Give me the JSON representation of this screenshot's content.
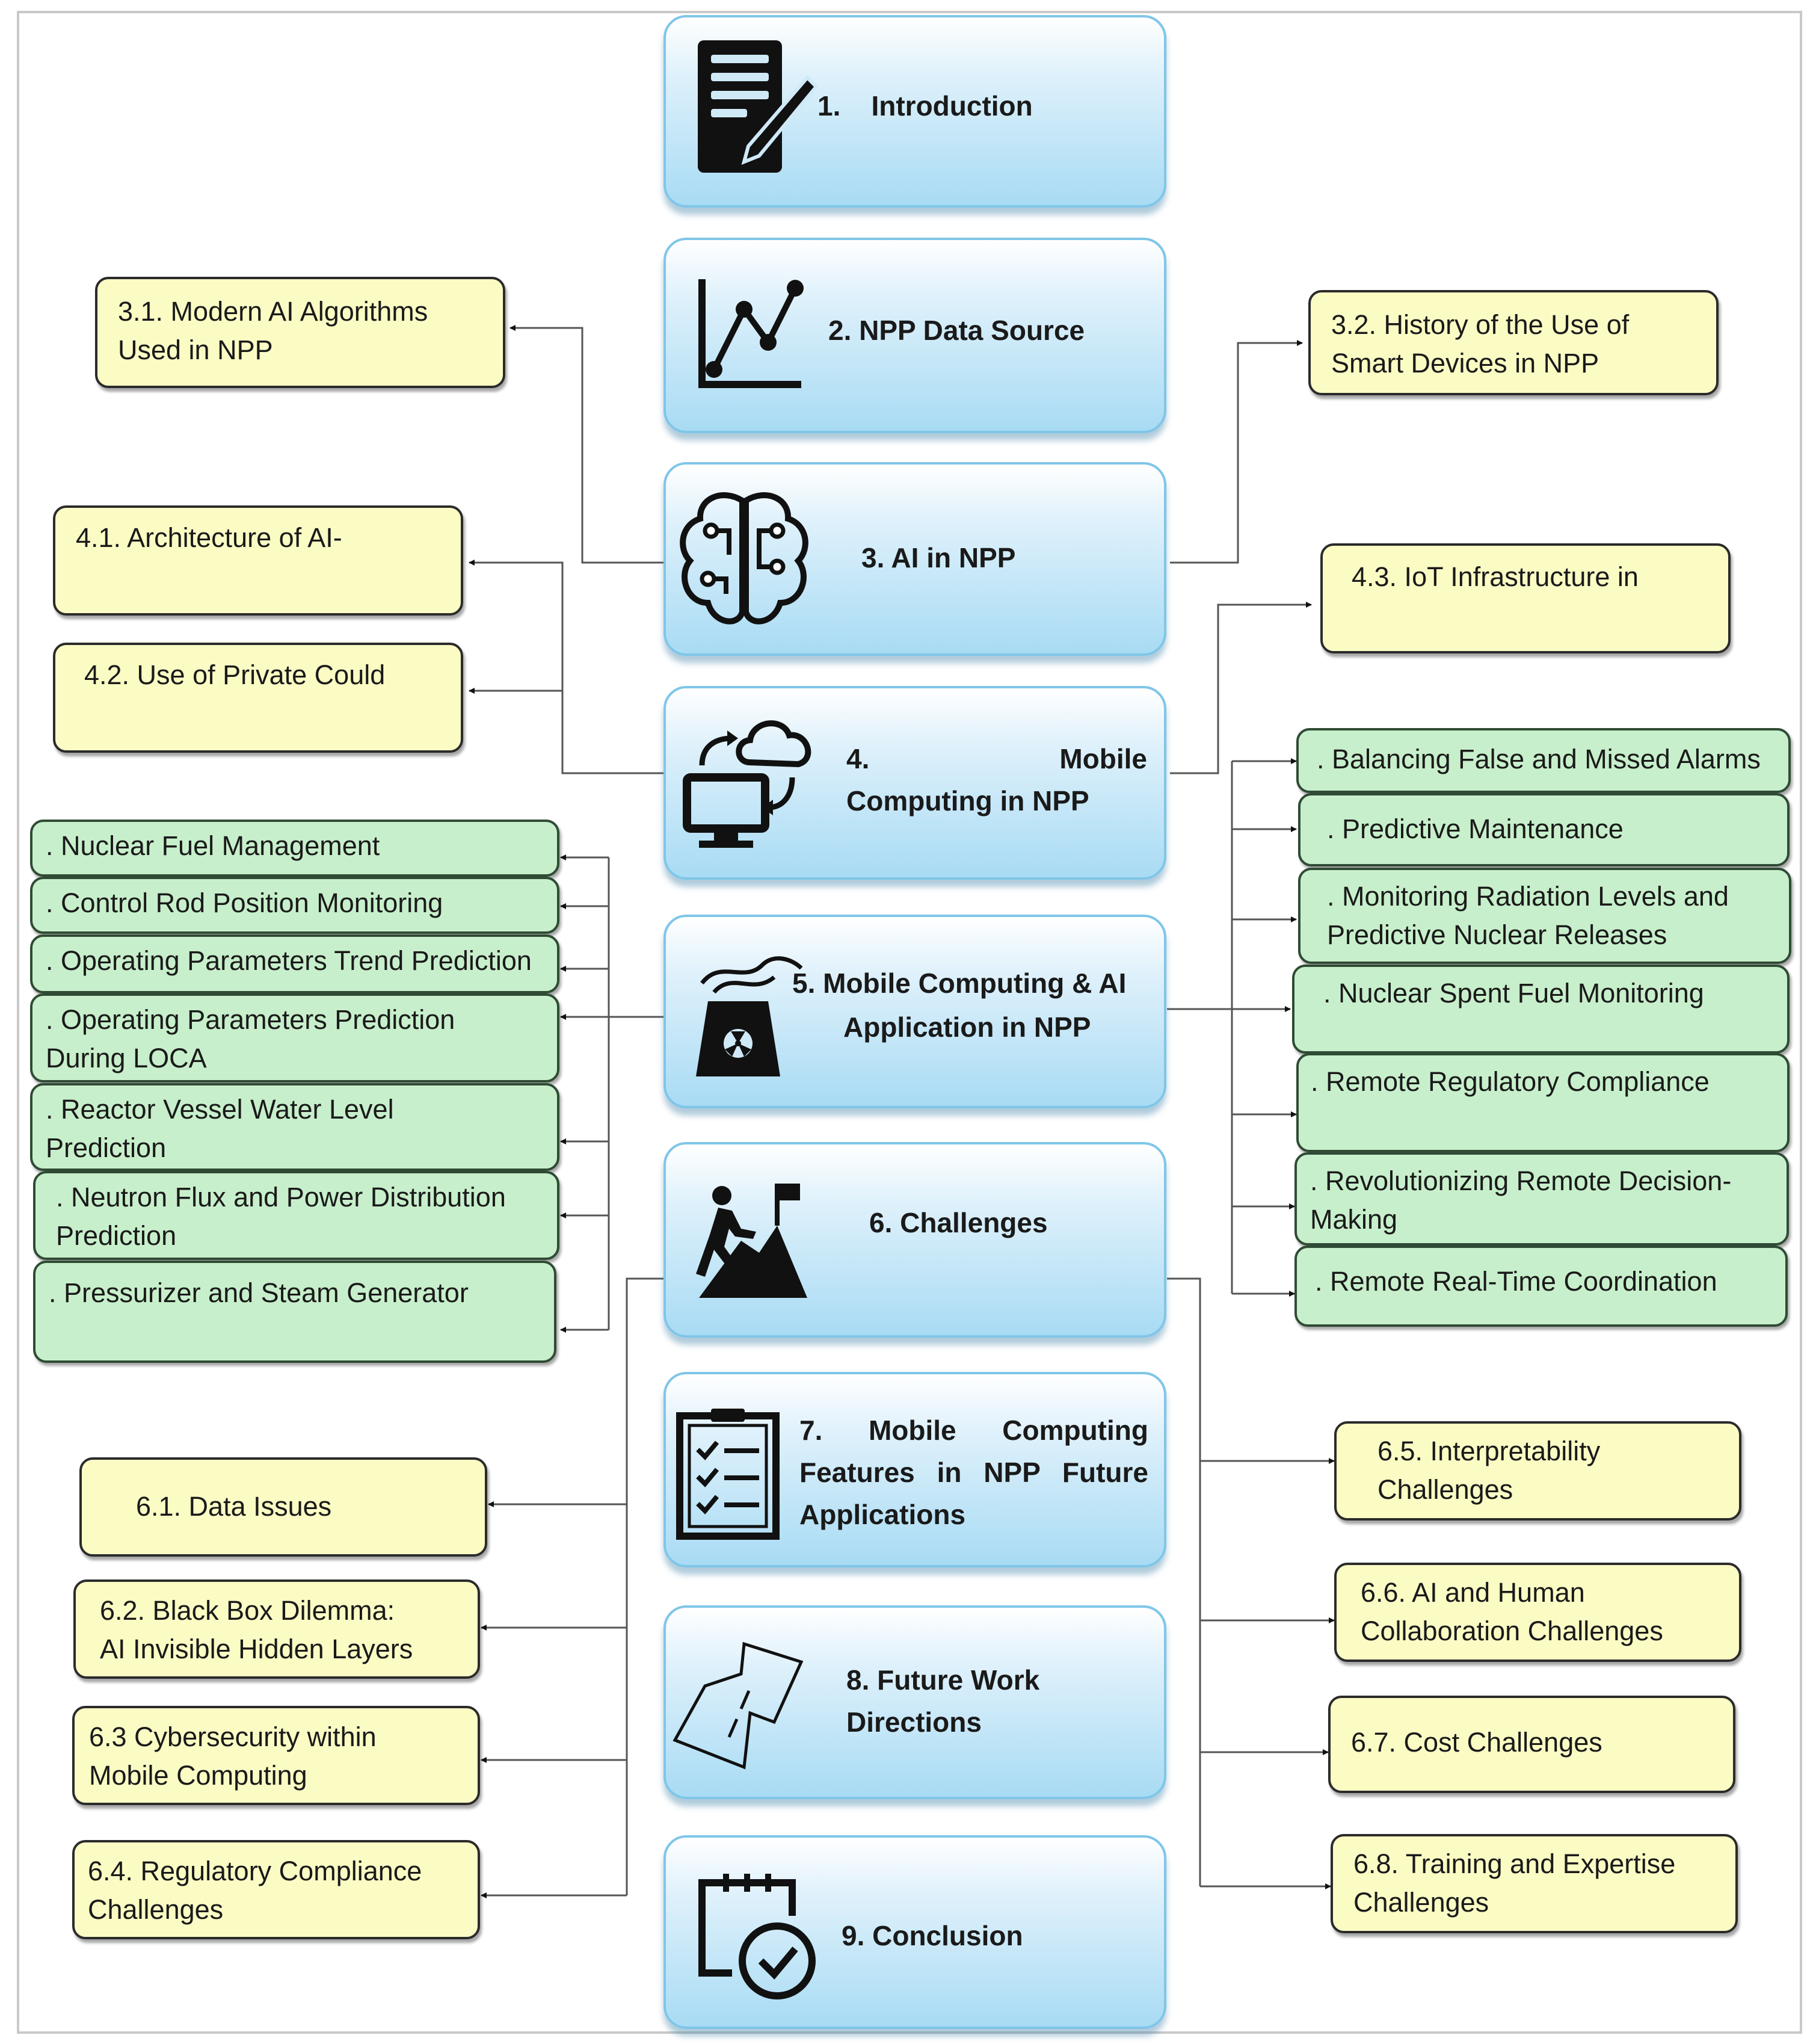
{
  "main_sections": [
    {
      "id": "s1",
      "lines": [
        "1.    Introduction"
      ],
      "icon": "document-pen-icon"
    },
    {
      "id": "s2",
      "lines": [
        "2. NPP Data Source"
      ],
      "icon": "line-chart-icon"
    },
    {
      "id": "s3",
      "lines": [
        "3. AI in NPP"
      ],
      "icon": "brain-circuit-icon"
    },
    {
      "id": "s4",
      "lines": [
        "4.",
        "Mobile",
        "Computing in NPP"
      ],
      "icon": "cloud-computer-icon"
    },
    {
      "id": "s5",
      "lines": [
        "5. Mobile Computing & AI",
        "Application in NPP"
      ],
      "icon": "nuclear-plant-icon"
    },
    {
      "id": "s6",
      "lines": [
        "6. Challenges"
      ],
      "icon": "climber-flag-icon"
    },
    {
      "id": "s7",
      "lines": [
        "7.",
        "Mobile",
        "Computing",
        "Features in NPP Future",
        "Applications"
      ],
      "icon": "checklist-icon"
    },
    {
      "id": "s8",
      "lines": [
        "8. Future Work",
        "Directions"
      ],
      "icon": "road-arrow-icon"
    },
    {
      "id": "s9",
      "lines": [
        "9. Conclusion"
      ],
      "icon": "calendar-check-icon"
    }
  ],
  "ai_subsections": [
    {
      "id": "3.1",
      "lines": [
        "3.1. Modern AI Algorithms",
        "Used in NPP"
      ]
    },
    {
      "id": "3.2",
      "lines": [
        "3.2. History of the Use of",
        "Smart Devices in NPP"
      ]
    }
  ],
  "mobile_subsections": [
    {
      "id": "4.1",
      "lines": [
        "4.1. Architecture of AI-"
      ]
    },
    {
      "id": "4.2",
      "lines": [
        "4.2. Use of Private Could"
      ]
    },
    {
      "id": "4.3",
      "lines": [
        "4.3. IoT Infrastructure in"
      ]
    }
  ],
  "applications_left": [
    {
      "lines": [
        ". Nuclear Fuel Management"
      ]
    },
    {
      "lines": [
        ". Control Rod Position Monitoring"
      ]
    },
    {
      "lines": [
        ". Operating Parameters Trend Prediction"
      ]
    },
    {
      "lines": [
        ". Operating Parameters Prediction",
        "During LOCA"
      ]
    },
    {
      "lines": [
        ". Reactor Vessel Water Level",
        "Prediction"
      ]
    },
    {
      "lines": [
        ". Neutron Flux and Power Distribution",
        "Prediction"
      ]
    },
    {
      "lines": [
        ". Pressurizer and Steam Generator"
      ]
    }
  ],
  "applications_right": [
    {
      "lines": [
        ". Balancing False and Missed Alarms"
      ]
    },
    {
      "lines": [
        ". Predictive Maintenance"
      ]
    },
    {
      "lines": [
        ". Monitoring Radiation Levels and",
        "Predictive Nuclear Releases"
      ]
    },
    {
      "lines": [
        ". Nuclear Spent Fuel Monitoring"
      ]
    },
    {
      "lines": [
        ". Remote Regulatory Compliance"
      ]
    },
    {
      "lines": [
        ". Revolutionizing Remote Decision-",
        "Making"
      ]
    },
    {
      "lines": [
        ". Remote Real-Time Coordination"
      ]
    }
  ],
  "challenges_left": [
    {
      "id": "6.1",
      "lines": [
        "6.1. Data Issues"
      ]
    },
    {
      "id": "6.2",
      "lines": [
        "6.2. Black Box Dilemma:",
        "AI Invisible Hidden Layers"
      ]
    },
    {
      "id": "6.3",
      "lines": [
        "6.3 Cybersecurity within",
        "Mobile Computing"
      ]
    },
    {
      "id": "6.4",
      "lines": [
        "6.4. Regulatory Compliance",
        "Challenges"
      ]
    }
  ],
  "challenges_right": [
    {
      "id": "6.5",
      "lines": [
        "6.5. Interpretability",
        "Challenges"
      ]
    },
    {
      "id": "6.6",
      "lines": [
        "6.6. AI and Human",
        "Collaboration Challenges"
      ]
    },
    {
      "id": "6.7",
      "lines": [
        "6.7. Cost Challenges"
      ]
    },
    {
      "id": "6.8",
      "lines": [
        "6.8. Training and Expertise",
        "Challenges"
      ]
    }
  ]
}
